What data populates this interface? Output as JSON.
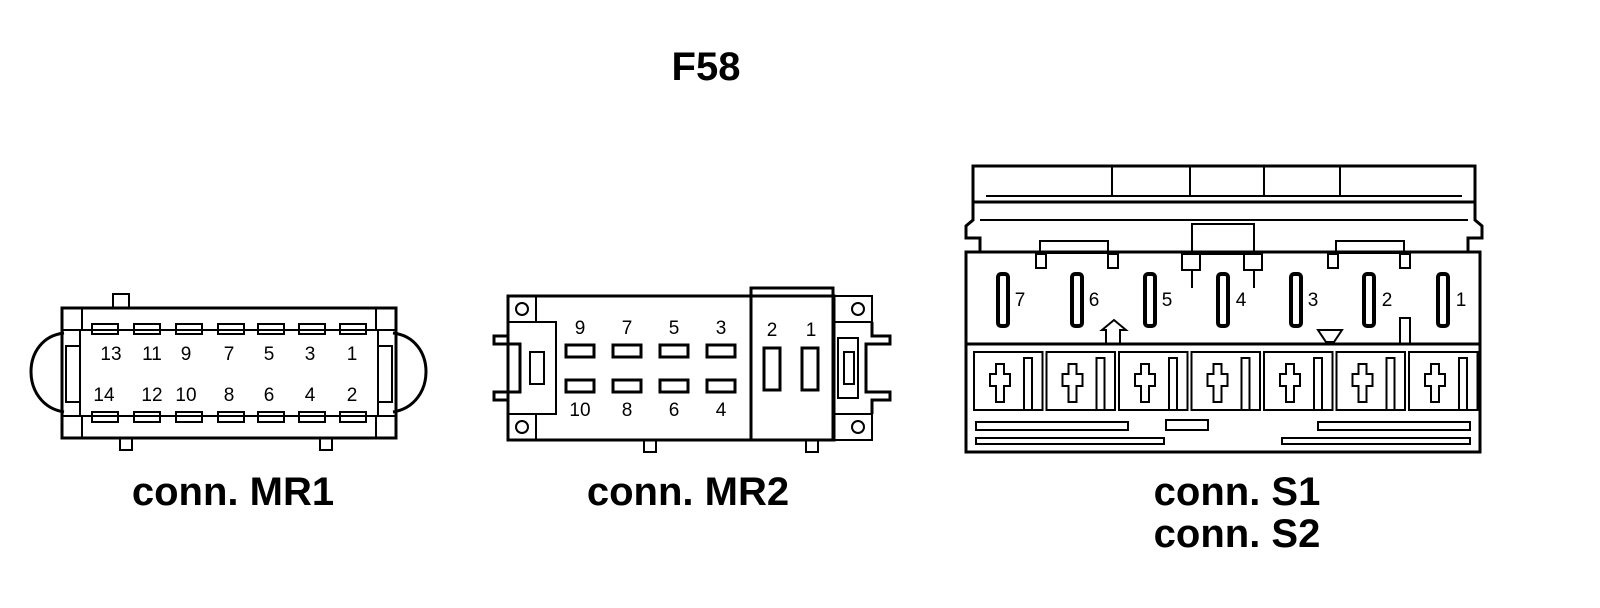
{
  "diagram": {
    "title": "F58",
    "colors": {
      "ink": "#000000",
      "background": "#ffffff"
    },
    "connectors": [
      {
        "id": "mr1",
        "caption": "conn. MR1",
        "top_row_pins": [
          "13",
          "11",
          "9",
          "7",
          "5",
          "3",
          "1"
        ],
        "bottom_row_pins": [
          "14",
          "12",
          "10",
          "8",
          "6",
          "4",
          "2"
        ]
      },
      {
        "id": "mr2",
        "caption": "conn. MR2",
        "top_row_pins": [
          "9",
          "7",
          "5",
          "3"
        ],
        "bottom_row_pins": [
          "10",
          "8",
          "6",
          "4"
        ],
        "side_pins": [
          "2",
          "1"
        ]
      },
      {
        "id": "s1s2",
        "caption_line1": "conn. S1",
        "caption_line2": "conn. S2",
        "pins": [
          "7",
          "6",
          "5",
          "4",
          "3",
          "2",
          "1"
        ]
      }
    ]
  }
}
